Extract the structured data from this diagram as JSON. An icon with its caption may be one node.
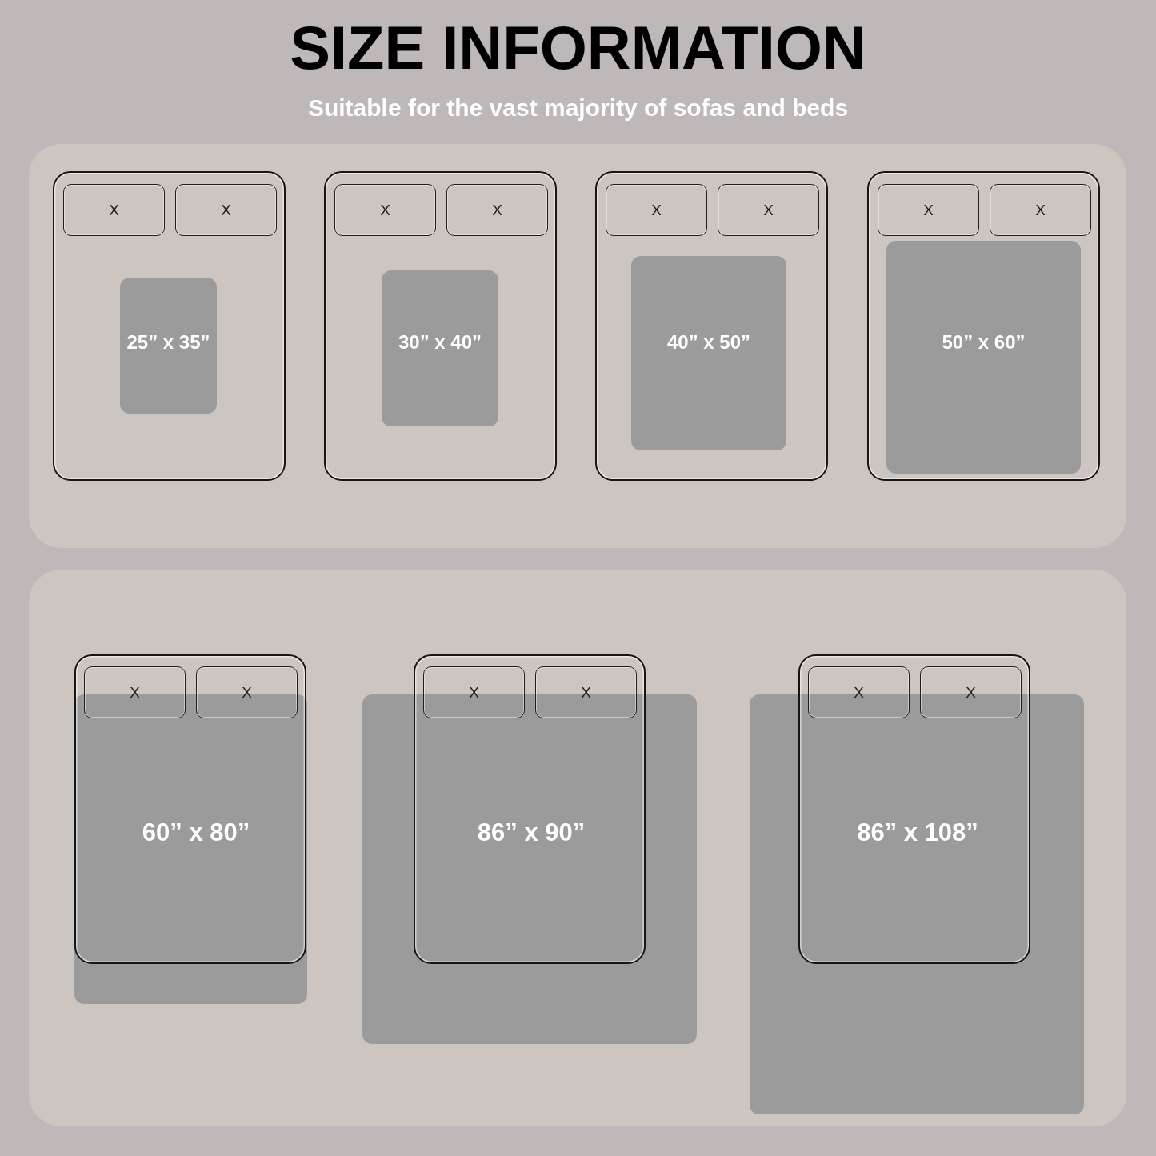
{
  "diagram": {
    "title": "SIZE INFORMATION",
    "nodes": [
      {
        "text": [],
        "shape": "box"
      },
      {
        "text": [
          "X"
        ],
        "in": 0
      },
      {
        "text": [
          "X"
        ],
        "in": 0
      },
      {
        "text": [
          "25” x 35”"
        ],
        "in": 0
      },
      {
        "text": [],
        "shape": "box"
      },
      {
        "text": [
          "X"
        ],
        "in": 4
      },
      {
        "text": [
          "X"
        ],
        "in": 4
      },
      {
        "text": [
          "30” x 40”"
        ],
        "in": 4
      },
      {
        "text": [],
        "shape": "box"
      },
      {
        "text": [
          "X"
        ],
        "in": 8
      },
      {
        "text": [
          "X"
        ],
        "in": 8
      },
      {
        "text": [
          "40” x 50”"
        ],
        "in": 8
      },
      {
        "text": [],
        "shape": "box"
      },
      {
        "text": [
          "X"
        ],
        "in": 12
      },
      {
        "text": [
          "X"
        ],
        "in": 12
      },
      {
        "text": [
          "50” x 60”"
        ],
        "in": 12
      },
      {
        "text": [
          "60” x 80”"
        ]
      },
      {
        "text": [
          "X"
        ],
        "in": 16
      },
      {
        "text": [
          "X"
        ],
        "in": 16
      },
      {
        "text": [],
        "shape": "box"
      },
      {
        "text": [
          "86” x 90”"
        ]
      },
      {
        "text": [
          "X"
        ],
        "in": 20
      },
      {
        "text": [
          "X"
        ],
        "in": 20
      },
      {
        "text": [],
        "shape": "box"
      },
      {
        "text": [
          "86” x 108”"
        ]
      },
      {
        "text": [
          "X"
        ],
        "in": 24
      },
      {
        "text": [
          "X"
        ],
        "in": 24
      },
      {
        "text": [],
        "shape": "box"
      }
    ],
    "labels": [
      "Suitable for the vast majority of sofas and beds"
    ]
  }
}
